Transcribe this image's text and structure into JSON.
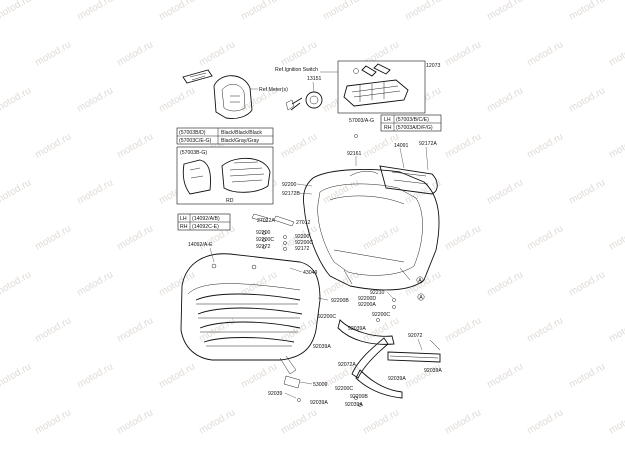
{
  "watermark": "motod.ru",
  "diagram": {
    "callouts": {
      "ignition_switch": "Ref.Ignition Switch",
      "meter": "Ref.Meter(s)",
      "p13151": "13151",
      "p12073": "12073",
      "p57003": "57003/A-G",
      "p92161": "92161",
      "p14091": "14091",
      "p92172a": "92172A",
      "p92200": "92200",
      "p92172b": "92172B",
      "p27012a": "27012A",
      "p27012": "27012",
      "p92200_1": "92200",
      "p92200c_1": "92200C",
      "p92172_1": "92172",
      "p92200_2": "92200",
      "p92200c_2": "92200C",
      "p92172_2": "92172",
      "p14092ae": "14092/A-E",
      "p43049": "43049",
      "p92210": "92210",
      "p92200d": "92200D",
      "p92200a_r": "92200A",
      "p92200b": "92200B",
      "p92200c_3": "92200C",
      "p92039a_1": "92039A",
      "p92039a_2": "92039A",
      "p92072": "92072",
      "p92072a": "92072A",
      "p92039a_3": "92039A",
      "p92039a_4": "92039A",
      "p92200c_4": "92200C",
      "p53009": "53009",
      "p92039": "92039",
      "p92039a_5": "92039A",
      "p92200c_5": "92200C",
      "p92039a_6": "92039A",
      "p92200b_2": "92200B",
      "circle_a": "A",
      "circle_a2": "A"
    },
    "color_table": [
      [
        "(57003B/D)",
        "Black/Black/Black"
      ],
      [
        "(57003C/E-G)",
        "Black/Gray/Gray"
      ]
    ],
    "inset_label": "(57003B-G)",
    "inset_sub": "RD",
    "lh_rh_right": [
      [
        "LH",
        "(57003/B/C/E)"
      ],
      [
        "RH",
        "(57003A/D/F/G)"
      ]
    ],
    "lh_rh_left": [
      [
        "LH",
        "(14092/A/B)"
      ],
      [
        "RH",
        "(14092C-E)"
      ]
    ]
  }
}
